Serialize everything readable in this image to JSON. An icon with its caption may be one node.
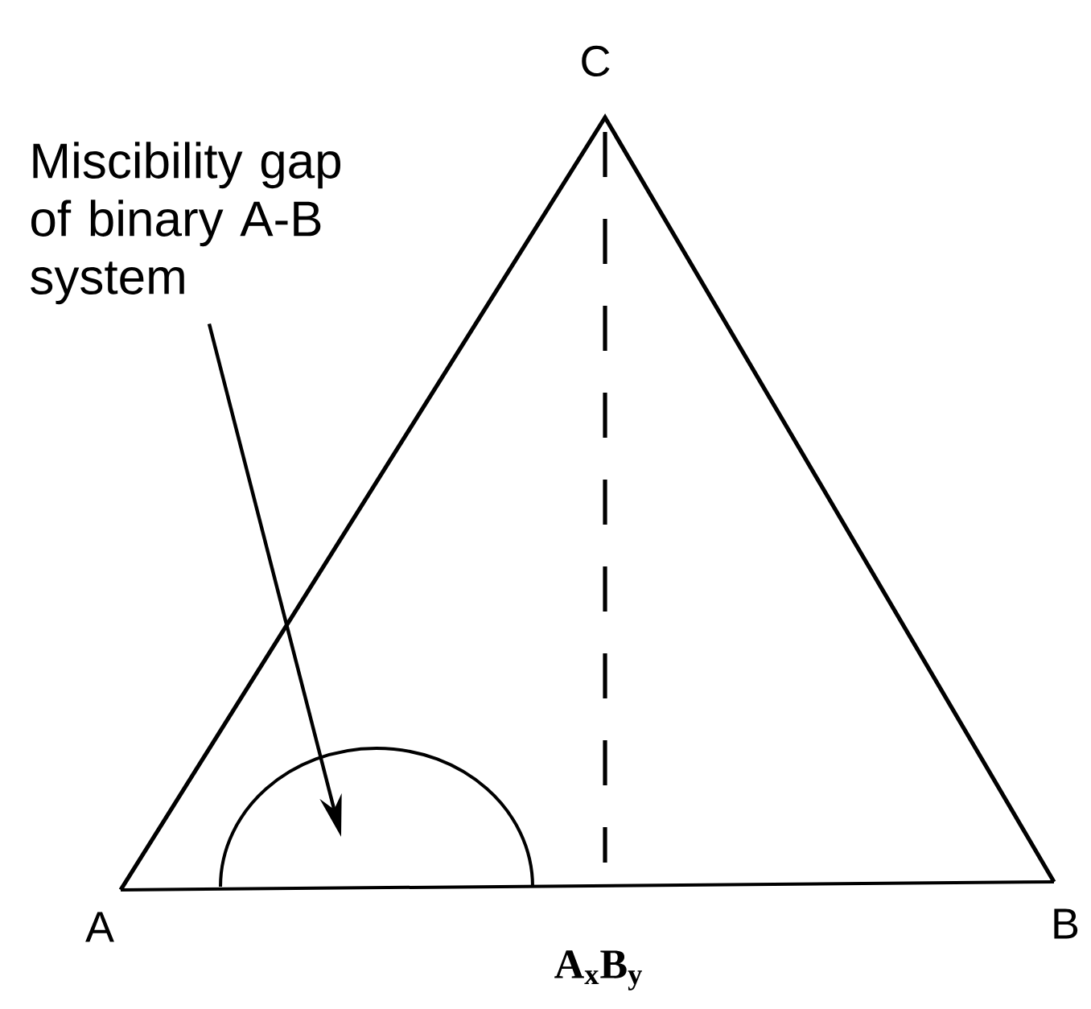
{
  "diagram": {
    "nodes": [
      {
        "text": [
          "Miscibility gap of binary A-B system"
        ]
      },
      {
        "text": [],
        "shape": "semicircle"
      }
    ],
    "edges": [
      {
        "from": 0,
        "to": 1,
        "arrow": "to"
      }
    ],
    "labels": [
      "C",
      "A",
      "B",
      "A$_{x}$B$_{y}$"
    ]
  }
}
